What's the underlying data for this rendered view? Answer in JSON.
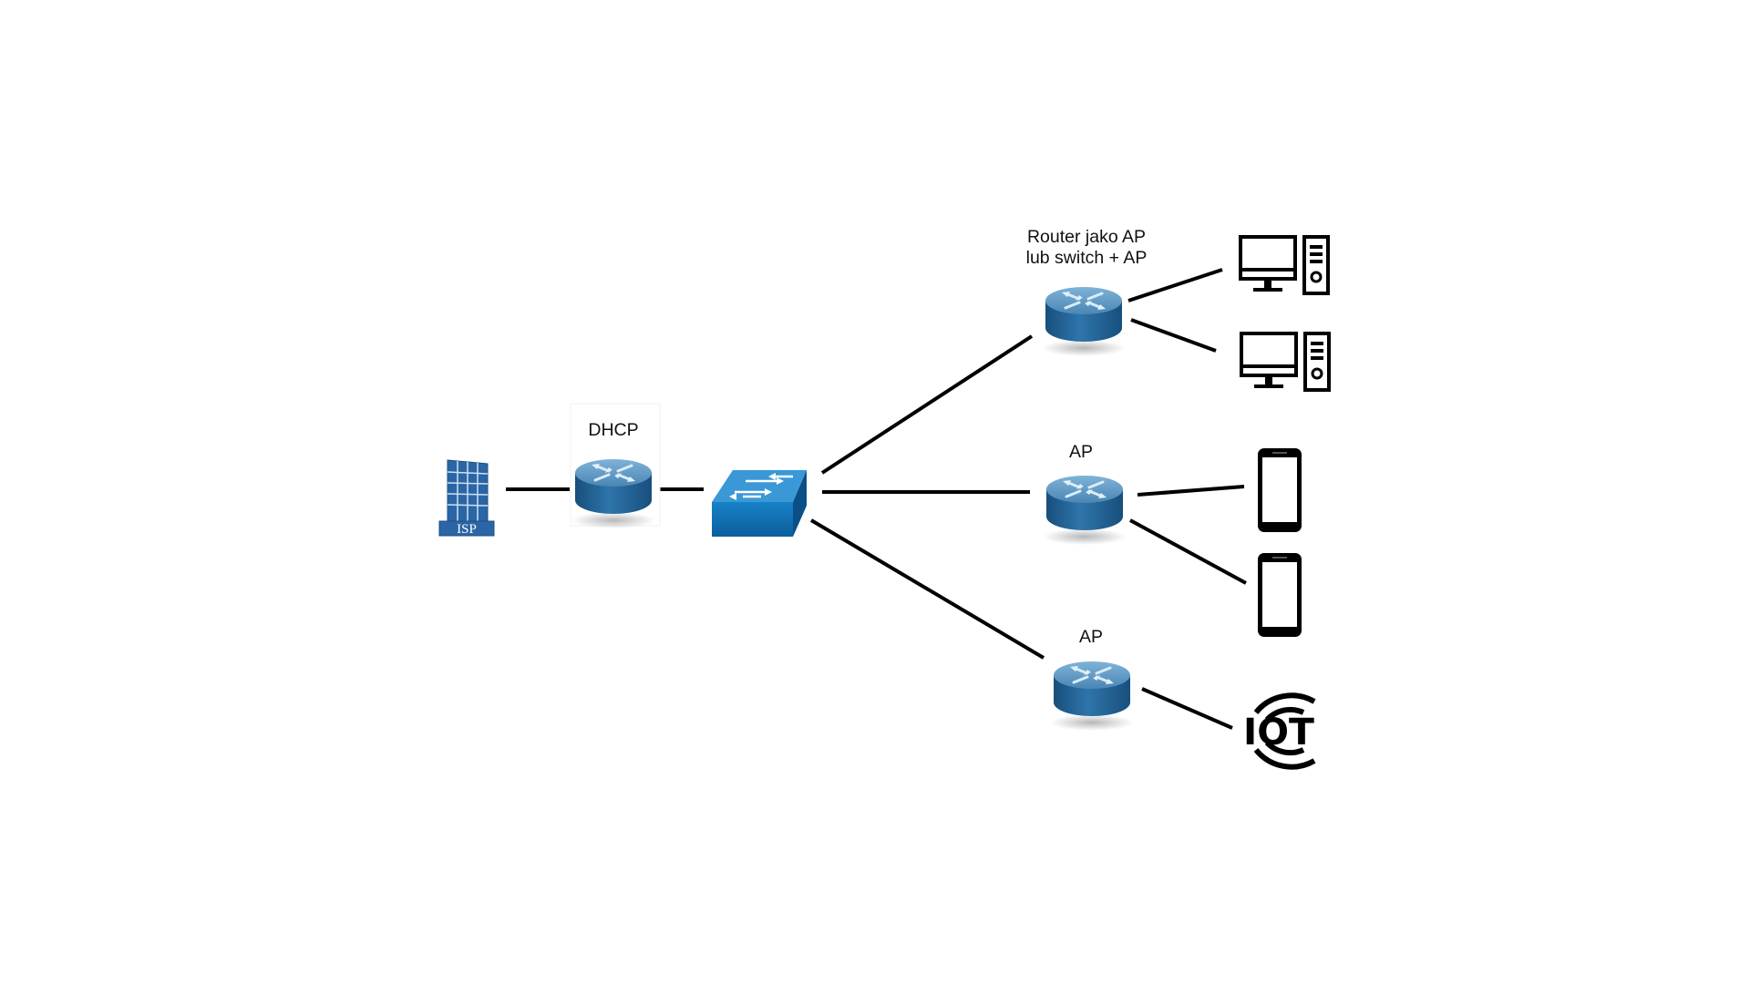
{
  "nodes": {
    "isp": {
      "label": "ISP",
      "icon": "building-icon"
    },
    "dhcp_router": {
      "label": "DHCP",
      "icon": "router-icon"
    },
    "core_switch": {
      "label": "",
      "icon": "switch-icon"
    },
    "router_ap": {
      "label_line1": "Router jako AP",
      "label_line2": "lub switch + AP",
      "icon": "router-icon"
    },
    "ap_mobile": {
      "label": "AP",
      "icon": "router-icon"
    },
    "ap_iot": {
      "label": "AP",
      "icon": "router-icon"
    },
    "pc_1": {
      "icon": "desktop-computer-icon"
    },
    "pc_2": {
      "icon": "desktop-computer-icon"
    },
    "phone_1": {
      "icon": "smartphone-icon"
    },
    "phone_2": {
      "icon": "smartphone-icon"
    },
    "iot_device": {
      "label": "IOT",
      "icon": "iot-icon"
    }
  },
  "links": [
    [
      "isp",
      "dhcp_router"
    ],
    [
      "dhcp_router",
      "core_switch"
    ],
    [
      "core_switch",
      "router_ap"
    ],
    [
      "core_switch",
      "ap_mobile"
    ],
    [
      "core_switch",
      "ap_iot"
    ],
    [
      "router_ap",
      "pc_1"
    ],
    [
      "router_ap",
      "pc_2"
    ],
    [
      "ap_mobile",
      "phone_1"
    ],
    [
      "ap_mobile",
      "phone_2"
    ],
    [
      "ap_iot",
      "iot_device"
    ]
  ],
  "colors": {
    "background": "#ffffff",
    "link": "#000000",
    "router_top": "#5a95bf",
    "router_side": "#1f5f93",
    "switch_top": "#3f9ad8",
    "switch_front": "#0f6fb3",
    "building": "#2a66a6"
  }
}
